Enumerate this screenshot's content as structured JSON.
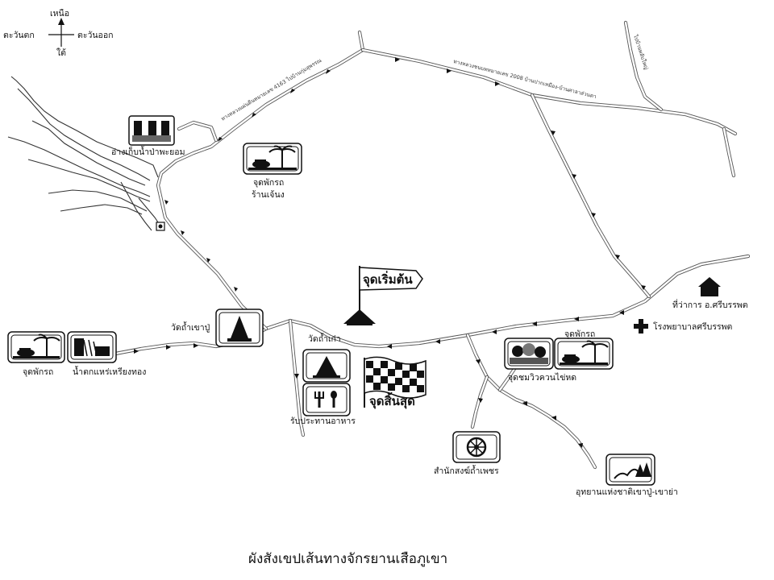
{
  "compass": {
    "north": "เหนือ",
    "south": "ใต้",
    "west": "ตะวันตก",
    "east": "ตะวันออก"
  },
  "roads": {
    "north_road": "ทางหลวงแผ่นดินหมายเลข 4163  ไปบ้านกุ่มสุพรรณ",
    "northeast_road": "ทางหลวงชนบทหมายเลข 2008  บ้านปากเหมือง-บ้านศาลาส่วนตา",
    "top_right_road": "ไปบ้านพลับใหญ่"
  },
  "places": {
    "reservoir": "อ่างเก็บน้ำป่าพะยอม",
    "rest_stop_1_line1": "จุดพักรถ",
    "rest_stop_1_line2": "ร้านเจ้นง",
    "start_point": "จุดเริ่มต้น",
    "district_office": "ที่ว่าการ อ.ศรีบรรพต",
    "hospital": "โรงพยาบาลศรีบรรพต",
    "wat_tham_khao_pu": "วัดถ้ำเขาปู่",
    "wat_tham_kao": "วัดถ้ำเก่า",
    "rest_stop_2": "จุดพักรถ",
    "waterfall": "น้ำตกแหร่เหรียงทอง",
    "rest_stop_3": "จุดพักรถ",
    "viewpoint": "จุดชมวิวควนไข่หด",
    "finish_point": "จุดสิ้นสุด",
    "meal": "รับประทานอาหาร",
    "monastery": "สำนักสงฆ์ถ้ำเพชร",
    "national_park": "อุทยานแห่งชาติเขาปู่-เขาย่า"
  },
  "title": "ผังสังเขปเส้นทางจักรยานเสือภูเขา",
  "icons": {
    "compass": "compass-rose-icon",
    "dam": "dam-icon",
    "rest_stop": "car-palm-tree-icon",
    "flag": "flag-icon",
    "house": "house-icon",
    "hospital_cross": "cross-icon",
    "temple": "pagoda-icon",
    "waterfall": "waterfall-icon",
    "viewpoint": "trees-viewpoint-icon",
    "checkered": "checkered-flag-icon",
    "meal": "fork-spoon-icon",
    "dharma_wheel": "dharma-wheel-icon",
    "park": "mountain-trees-icon"
  }
}
